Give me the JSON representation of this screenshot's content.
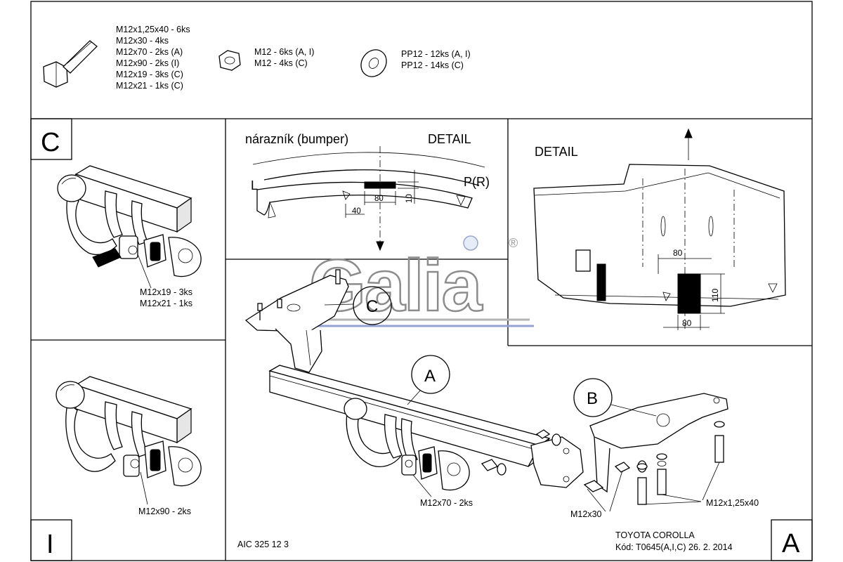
{
  "hardware": {
    "bolts": [
      "M12x1,25x40 - 6ks",
      "M12x30 - 4ks",
      "M12x70 - 2ks (A)",
      "M12x90 - 2ks (I)",
      "M12x19 - 3ks (C)",
      "M12x21 - 1ks (C)"
    ],
    "nuts": [
      "M12 - 6ks (A, I)",
      "M12 - 4ks (C)"
    ],
    "washers": [
      "PP12 - 12ks (A, I)",
      "PP12 - 14ks (C)"
    ]
  },
  "panel_c": {
    "letter": "C",
    "labels": [
      "M12x19 - 3ks",
      "M12x21 - 1ks"
    ]
  },
  "panel_i": {
    "letter": "I",
    "label": "M12x90 - 2ks"
  },
  "bumper_detail": {
    "title": "nárazník (bumper)",
    "detail": "DETAIL",
    "left": "L",
    "right": "P(R)",
    "dim_width": "80",
    "dim_height": "10",
    "dim_offset": "40"
  },
  "detail2": {
    "title": "DETAIL",
    "dim_top": "80",
    "dim_height": "110",
    "dim_bottom": "80"
  },
  "main": {
    "callout_a": "A",
    "callout_b": "B",
    "callout_c": "C",
    "label_m12x70": "M12x70 - 2ks",
    "label_m12x30": "M12x30",
    "label_m12x125": "M12x1,25x40",
    "code": "AIC 325 12 3",
    "vehicle": "TOYOTA COROLLA",
    "kod": "Kód: T0645(A,I,C)  26. 2. 2014",
    "letter_a": "A"
  },
  "logo": {
    "text": "Galia",
    "reg": "®"
  }
}
